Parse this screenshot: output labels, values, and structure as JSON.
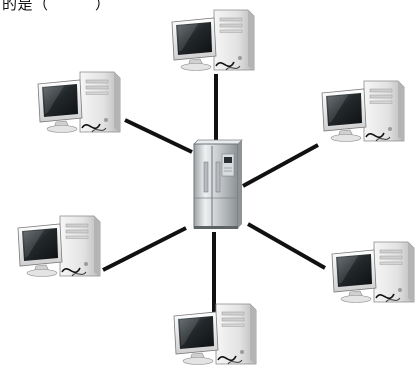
{
  "caption": "的是（　　　）",
  "diagram": {
    "topology": "star",
    "hub": {
      "kind": "central-server-cabinet",
      "icon": "server-cabinet-icon"
    },
    "nodes": [
      {
        "id": "top",
        "icon": "desktop-computer-icon"
      },
      {
        "id": "upper-left",
        "icon": "desktop-computer-icon"
      },
      {
        "id": "upper-right",
        "icon": "desktop-computer-icon"
      },
      {
        "id": "lower-left",
        "icon": "desktop-computer-icon"
      },
      {
        "id": "lower-right",
        "icon": "desktop-computer-icon"
      },
      {
        "id": "bottom",
        "icon": "desktop-computer-icon"
      }
    ],
    "colors": {
      "link": "#111111",
      "monitor_screen": "#1f2326",
      "case_body": "#e6e6e6",
      "cabinet": "#cfd3d6"
    }
  }
}
